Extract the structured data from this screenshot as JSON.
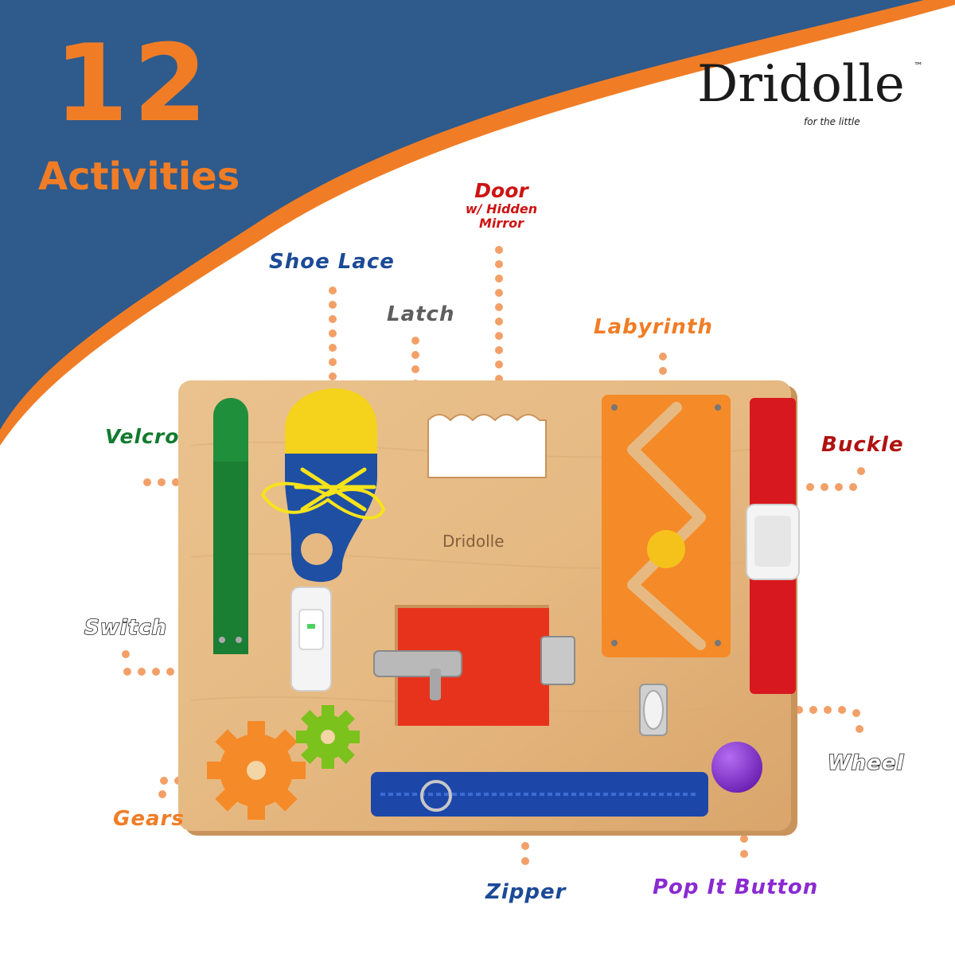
{
  "headline": {
    "number": "12",
    "word": "Activities"
  },
  "brand": {
    "name": "Dridolle",
    "tm": "™",
    "tagline": "for the little"
  },
  "board_logo": "Dridolle",
  "labels": {
    "door": {
      "title": "Door",
      "subtitle_1": "w/ Hidden",
      "subtitle_2": "Mirror"
    },
    "shoe_lace": "Shoe Lace",
    "latch": "Latch",
    "labyrinth": "Labyrinth",
    "velcro": "Velcro",
    "buckle": "Buckle",
    "switch": "Switch",
    "wheel": "Wheel",
    "gears": "Gears",
    "zipper": "Zipper",
    "pop_it_button": "Pop It Button"
  },
  "colors": {
    "blue_band": "#2e5a8c",
    "orange_accent": "#f07d26",
    "dots": "#f2a068",
    "board": "#e9c08c",
    "door_red": "#e8331c",
    "labyrinth_orange": "#f58a28",
    "velcro_green": "#1f8f3c",
    "buckle_red": "#d7191f",
    "zipper_blue": "#1c47a8",
    "pop_purple": "#8b2fd6",
    "shoe_yellow": "#f5d21b",
    "shoe_blue": "#1e4fa3",
    "label_blue": "#1b4a97",
    "label_red": "#cc1414",
    "label_gray": "#5e5e5e",
    "label_green": "#137a2f",
    "label_darkred": "#b01212",
    "label_purple": "#8a2bd2",
    "label_orange": "#f07d26"
  }
}
